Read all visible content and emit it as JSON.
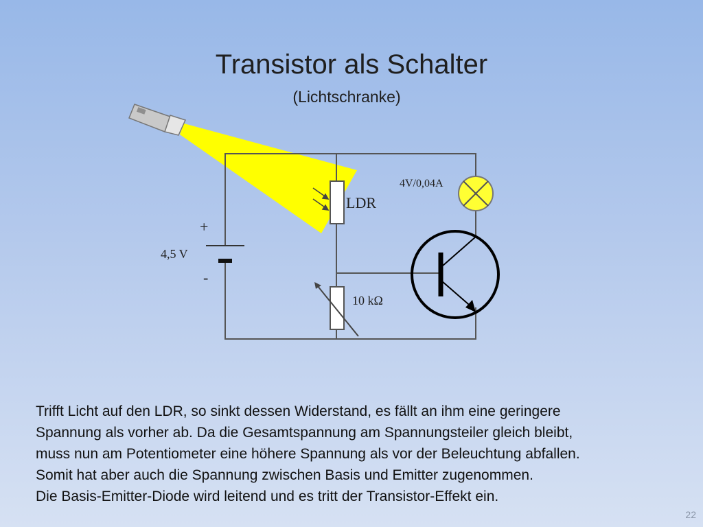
{
  "slide": {
    "title": "Transistor als Schalter",
    "subtitle": "(Lichtschranke)",
    "page_number": "22"
  },
  "circuit": {
    "battery_plus": "+",
    "battery_minus": "-",
    "battery_voltage": "4,5 V",
    "ldr_label": "LDR",
    "lamp_label": "4V/0,04A",
    "potentiometer_label": "10 kΩ",
    "colors": {
      "wire": "#555555",
      "light_beam": "#ffff00",
      "lamp_fill": "#ffff33",
      "transistor": "#000000"
    }
  },
  "description": {
    "lines": [
      "Trifft Licht auf den LDR, so sinkt dessen Widerstand, es fällt an ihm eine geringere",
      "Spannung als vorher ab. Da die Gesamtspannung am Spannungsteiler gleich bleibt,",
      "muss nun am Potentiometer eine höhere Spannung als vor der Beleuchtung abfallen.",
      "Somit hat aber auch die Spannung zwischen Basis und Emitter zugenommen.",
      "Die Basis-Emitter-Diode wird leitend und es tritt der Transistor-Effekt ein."
    ]
  }
}
